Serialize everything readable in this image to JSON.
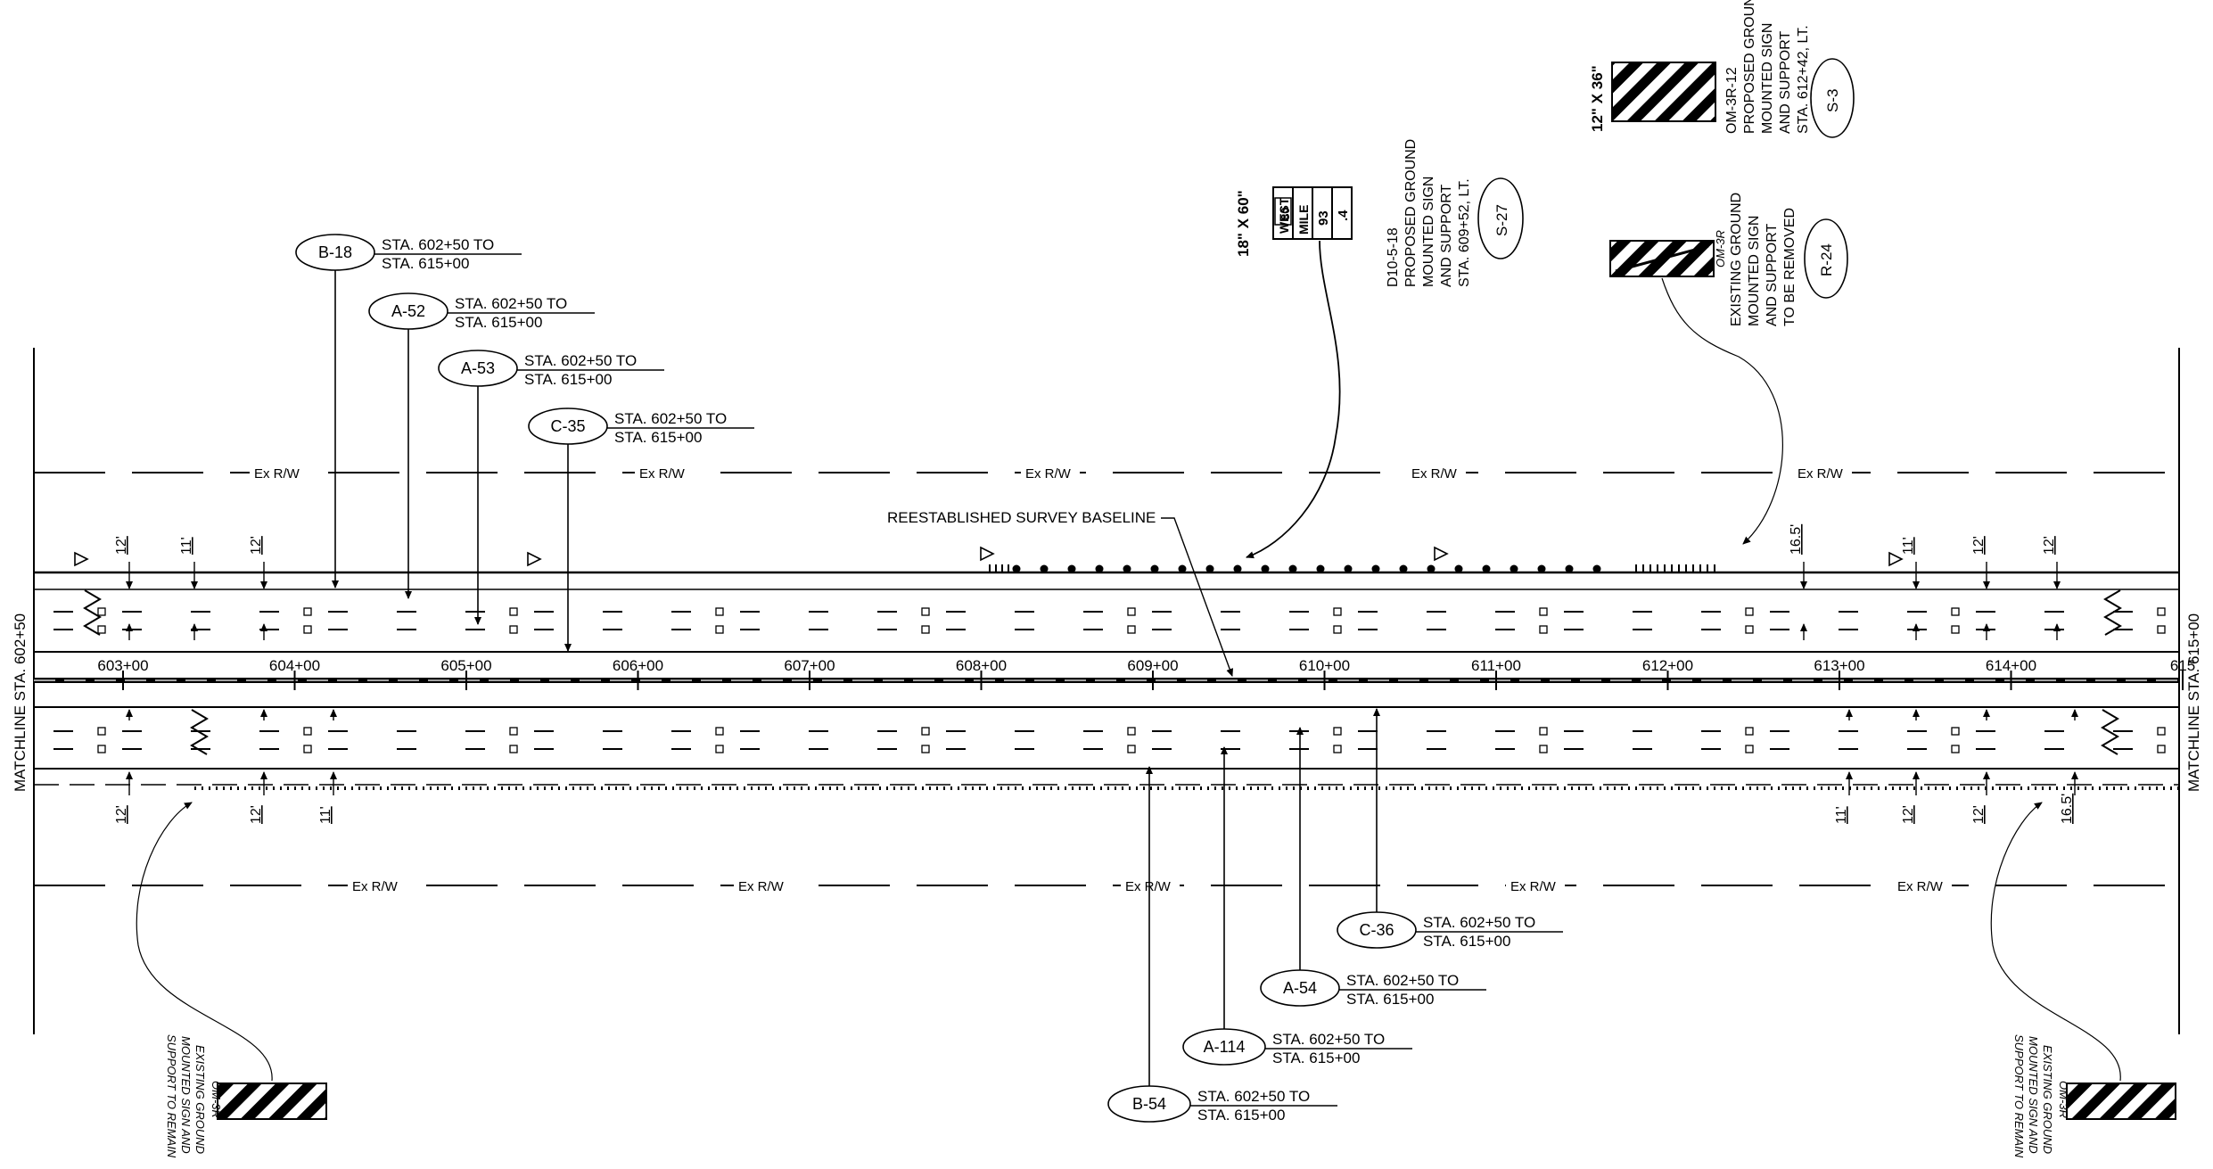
{
  "matchline_left": "MATCHLINE STA. 602+50",
  "matchline_right": "MATCHLINE STA. 615+00",
  "row_label": "Ex R/W",
  "baseline_label": "REESTABLISHED SURVEY BASELINE",
  "stations": [
    "603+00",
    "604+00",
    "605+00",
    "606+00",
    "607+00",
    "608+00",
    "609+00",
    "610+00",
    "611+00",
    "612+00",
    "613+00",
    "614+00",
    "615"
  ],
  "top_callouts": [
    {
      "id": "B-18",
      "line1": "STA. 602+50 TO",
      "line2": "STA. 615+00"
    },
    {
      "id": "A-52",
      "line1": "STA. 602+50 TO",
      "line2": "STA. 615+00"
    },
    {
      "id": "A-53",
      "line1": "STA. 602+50 TO",
      "line2": "STA. 615+00"
    },
    {
      "id": "C-35",
      "line1": "STA. 602+50 TO",
      "line2": "STA. 615+00"
    }
  ],
  "bottom_callouts": [
    {
      "id": "C-36",
      "line1": "STA. 602+50 TO",
      "line2": "STA. 615+00"
    },
    {
      "id": "A-54",
      "line1": "STA. 602+50 TO",
      "line2": "STA. 615+00"
    },
    {
      "id": "A-114",
      "line1": "STA. 602+50 TO",
      "line2": "STA. 615+00"
    },
    {
      "id": "B-54",
      "line1": "STA. 602+50 TO",
      "line2": "STA. 615+00"
    }
  ],
  "sign_s27": {
    "size": "18\" X 60\"",
    "panel_top": "WEST",
    "route": "80",
    "mile": "MILE",
    "mile_num": "93",
    "tenth": ".4",
    "notes": [
      "D10-5-18",
      "PROPOSED GROUND",
      "MOUNTED SIGN",
      "AND SUPPORT",
      "STA. 609+52, LT."
    ],
    "tag": "S-27"
  },
  "sign_s3": {
    "size": "12\" X 36\"",
    "notes": [
      "OM-3R-12",
      "PROPOSED GROUND",
      "MOUNTED SIGN",
      "AND SUPPORT",
      "STA. 612+42, LT."
    ],
    "tag": "S-3"
  },
  "sign_r24": {
    "notes": [
      "OM-3R",
      "EXISTING GROUND",
      "MOUNTED SIGN",
      "AND SUPPORT",
      "TO BE REMOVED"
    ],
    "tag": "R-24"
  },
  "sign_remain": {
    "notes": [
      "OM-3R",
      "EXISTING GROUND",
      "MOUNTED SIGN AND",
      "SUPPORT TO REMAIN"
    ]
  },
  "dims": {
    "top": [
      "12'",
      "11'",
      "12'",
      "16.5'",
      "11'",
      "12'",
      "12'"
    ],
    "bottom": [
      "12'",
      "12'",
      "11'",
      "11'",
      "12'",
      "12'",
      "16.5'"
    ]
  }
}
